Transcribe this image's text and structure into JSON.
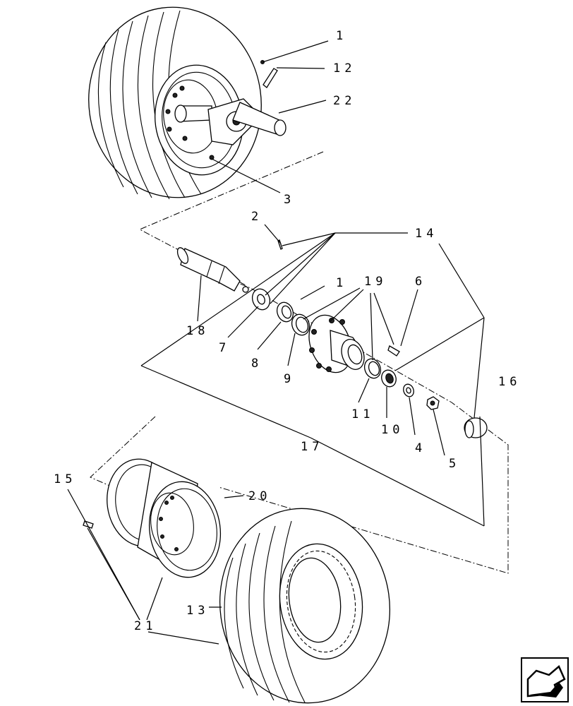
{
  "callouts": {
    "c1_top": "1",
    "c12": "12",
    "c22": "22",
    "c3": "3",
    "c2": "2",
    "c14": "14",
    "c1_mid": "1",
    "c19": "19",
    "c6": "6",
    "c18": "18",
    "c7": "7",
    "c8": "8",
    "c9": "9",
    "c11": "11",
    "c10": "10",
    "c4": "4",
    "c5": "5",
    "c16": "16",
    "c17": "17",
    "c15": "15",
    "c20": "20",
    "c13": "13",
    "c21": "21"
  },
  "icons": {
    "nav": "prev-page-arrow-icon"
  }
}
